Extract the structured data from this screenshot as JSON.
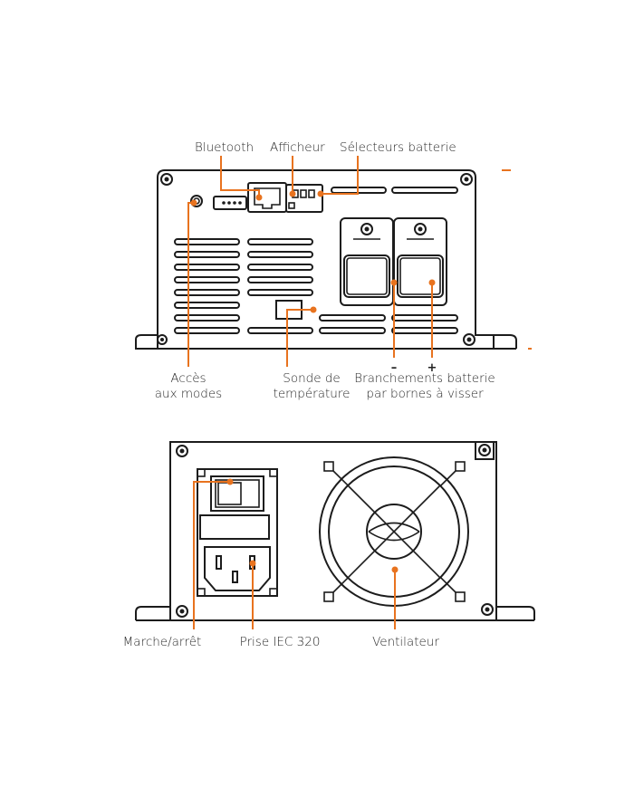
{
  "colors": {
    "accent": "#e8731f",
    "line": "#1c1c1c"
  },
  "top_view": {
    "labels": {
      "bluetooth": "Bluetooth",
      "afficheur": "Afficheur",
      "selecteurs": "Sélecteurs batterie",
      "acces_line1": "Accès",
      "acces_line2": "aux modes",
      "sonde_line1": "Sonde de",
      "sonde_line2": "température",
      "branchements_line1": "Branchements batterie",
      "branchements_line2": "par bornes à visser",
      "minus": "–",
      "plus": "+"
    }
  },
  "bottom_view": {
    "labels": {
      "marche": "Marche/arrêt",
      "prise": "Prise IEC 320",
      "ventilateur": "Ventilateur"
    }
  }
}
